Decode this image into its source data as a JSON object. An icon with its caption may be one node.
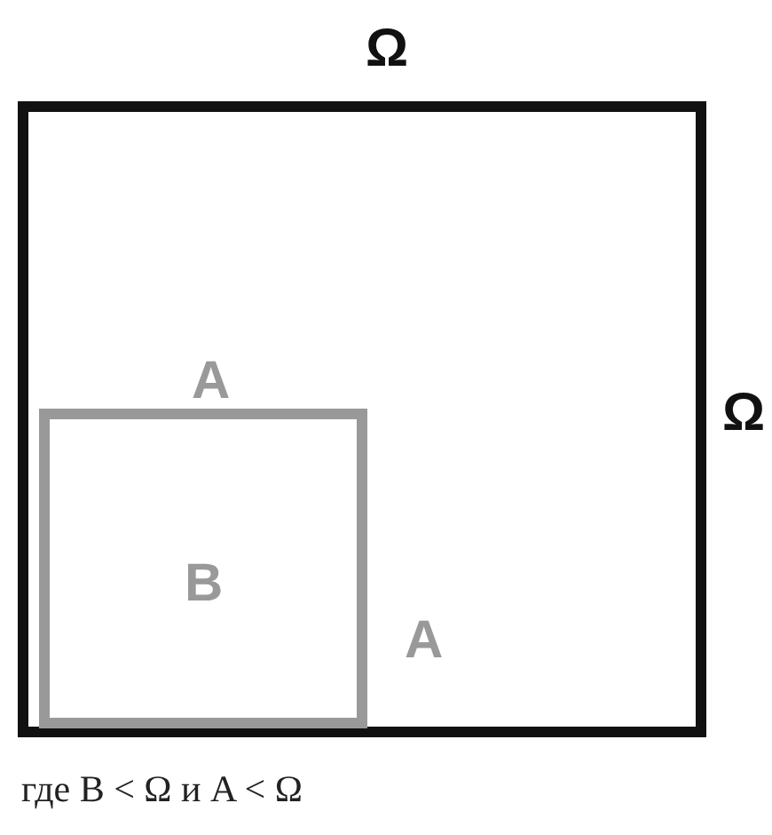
{
  "diagram": {
    "nodes": [
      {
        "text": [],
        "shape": "box",
        "beside": [
          "Ω",
          "Ω"
        ]
      },
      {
        "text": [
          "B"
        ],
        "in": 0,
        "beside": [
          "A",
          "A"
        ]
      }
    ],
    "caption": "где B < Ω и A < Ω"
  }
}
